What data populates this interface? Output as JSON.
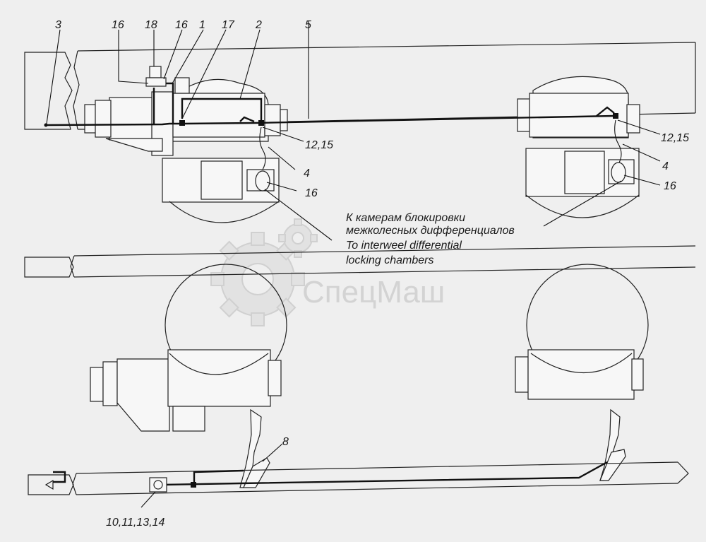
{
  "labels": {
    "l3": "3",
    "l16a": "16",
    "l18": "18",
    "l16b": "16",
    "l1": "1",
    "l17": "17",
    "l2": "2",
    "l5": "5",
    "l1215a": "12,15",
    "l4a": "4",
    "l16c": "16",
    "l1215b": "12,15",
    "l4b": "4",
    "l16d": "16",
    "l8": "8",
    "l10": "10,11,13,14"
  },
  "note": {
    "line1": "К камерам блокировки",
    "line2": "межколесных дифференциалов",
    "line3": "To interweel differential",
    "line4": "locking chambers"
  },
  "watermark": "СпецМаш",
  "colors": {
    "ink": "#111111",
    "paper": "#efefef",
    "watermark": "#d3d3d3"
  }
}
